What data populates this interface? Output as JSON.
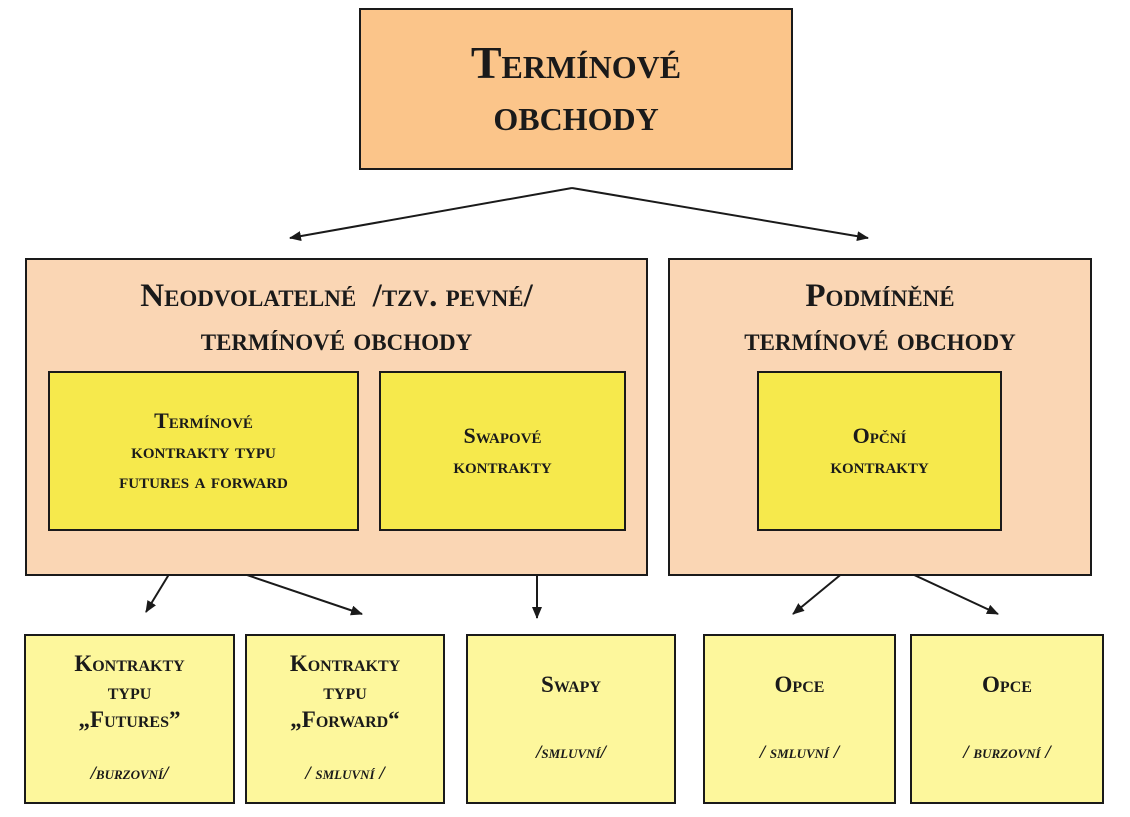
{
  "root": {
    "line1": "Termínové",
    "line2": "obchody"
  },
  "fixed_group": {
    "line1": "Neodvolatelné  /tzv. pevné/",
    "line2": "termínové obchody"
  },
  "conditional_group": {
    "line1": "Podmíněné",
    "line2": "termínové obchody"
  },
  "futures_forward_box": {
    "line1": "Termínové",
    "line2": "kontrakty typu",
    "line3": "futures a forward"
  },
  "swap_box": {
    "line1": "Swapové",
    "line2": "kontrakty"
  },
  "option_box": {
    "line1": "Opční",
    "line2": "kontrakty"
  },
  "leaves": [
    {
      "line1": "Kontrakty",
      "line2": "typu",
      "line3": "„Futures”",
      "sub": "/burzovní/"
    },
    {
      "line1": "Kontrakty",
      "line2": "typu",
      "line3": "„Forward“",
      "sub": "/ smluvní /"
    },
    {
      "line1": "Swapy",
      "sub": "/smluvní/"
    },
    {
      "line1": "Opce",
      "sub": "/ smluvní /"
    },
    {
      "line1": "Opce",
      "sub": "/ burzovní /"
    }
  ],
  "colors": {
    "root_fill": "#fbc58a",
    "group_fill": "#fad6b4",
    "contract_fill": "#f6e94c",
    "leaf_fill": "#fdf79c",
    "border": "#1a1a1a"
  }
}
